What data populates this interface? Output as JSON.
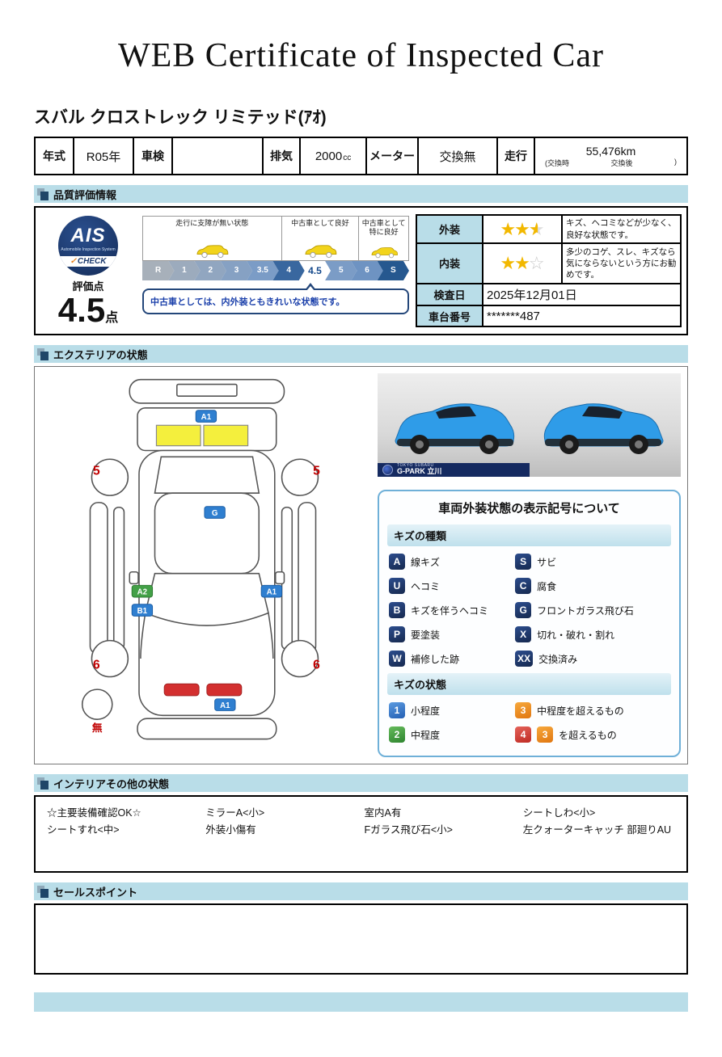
{
  "page": {
    "title": "WEB Certificate of Inspected Car",
    "vehicle_name": "スバル クロストレック リミテッド(ｱｵ)"
  },
  "info_table": {
    "year_label": "年式",
    "year_value": "R05年",
    "inspection_label": "車検",
    "inspection_value": "",
    "displacement_label": "排気",
    "displacement_value": "2000",
    "displacement_unit": "cc",
    "meter_label": "メーター",
    "meter_value": "交換無",
    "mileage_label": "走行",
    "mileage_value": "55,476km",
    "mileage_note_open": "(交換時",
    "mileage_note_mid": "交換後",
    "mileage_note_close": ")"
  },
  "section_headers": {
    "quality": "品質評価情報",
    "exterior": "エクステリアの状態",
    "interior": "インテリアその他の状態",
    "sales": "セールスポイント"
  },
  "quality": {
    "ais_logo": {
      "brand": "AIS",
      "sub": "Automobile Inspection System",
      "checkmark": "✓",
      "check": "CHECK"
    },
    "score_label": "評価点",
    "score_value": "4.5",
    "score_unit": "点",
    "scale_captions": [
      "走行に支障が無い状態",
      "中古車として良好",
      "中古車として特に良好"
    ],
    "scale_labels": [
      "R",
      "1",
      "2",
      "3",
      "3.5",
      "4",
      "4.5",
      "5",
      "6",
      "S"
    ],
    "selected_grade": "4.5",
    "comment": "中古車としては、内外装ともきれいな状態です。",
    "exterior_row": {
      "label": "外装",
      "stars_full": "★★",
      "star_half": "★",
      "stars_empty": "",
      "text": "キズ、ヘコミなどが少なく、良好な状態です。"
    },
    "interior_row": {
      "label": "内装",
      "stars_full": "★★",
      "star_half": "",
      "stars_empty": "☆",
      "text": "多少のコゲ、スレ、キズなら気にならないという方にお勧めです。"
    },
    "inspection_date_row": {
      "label": "検査日",
      "value": "2025年12月01日"
    },
    "chassis_row": {
      "label": "車台番号",
      "value": "*******487"
    }
  },
  "exterior": {
    "diagram": {
      "marker_rear": "A1",
      "marker_roof": "G",
      "marker_left_1": "A2",
      "marker_left_2": "B1",
      "marker_right": "A1",
      "marker_front": "A1",
      "tread_tl": "5",
      "tread_tr": "5",
      "tread_bl": "6",
      "tread_br": "6",
      "spare": "無"
    },
    "photo_bar": {
      "brand_small": "TOKYO SUBARU",
      "brand_large": "G-PARK 立川"
    },
    "legend": {
      "title": "車両外装状態の表示記号について",
      "types_header": "キズの種類",
      "types": [
        {
          "code": "A",
          "label": "線キズ"
        },
        {
          "code": "S",
          "label": "サビ"
        },
        {
          "code": "U",
          "label": "ヘコミ"
        },
        {
          "code": "C",
          "label": "腐食"
        },
        {
          "code": "B",
          "label": "キズを伴うヘコミ"
        },
        {
          "code": "G",
          "label": "フロントガラス飛び石"
        },
        {
          "code": "P",
          "label": "要塗装"
        },
        {
          "code": "X",
          "label": "切れ・破れ・割れ"
        },
        {
          "code": "W",
          "label": "補修した跡"
        },
        {
          "code": "XX",
          "label": "交換済み"
        }
      ],
      "states_header": "キズの状態",
      "states": [
        {
          "code": "1",
          "label": "小程度"
        },
        {
          "code": "3",
          "label": "中程度を超えるもの"
        },
        {
          "code": "2",
          "label": "中程度"
        },
        {
          "code": "4",
          "extra": "3",
          "label": "を超えるもの"
        }
      ]
    }
  },
  "interior_notes": {
    "columns": [
      [
        "☆主要装備確認OK☆",
        "シートすれ<中>"
      ],
      [
        "ミラーA<小>",
        "外装小傷有"
      ],
      [
        "室内A有",
        "Fガラス飛び石<小>"
      ],
      [
        "シートしわ<小>",
        "左クォーターキャッチ 部廻りAU"
      ]
    ]
  },
  "colors": {
    "section_header_bg": "#b9dde8",
    "accent_navy": "#1f4668",
    "star_gold": "#f2b800",
    "highlight_yellow": "#f4ef3d",
    "damage_red": "#d32f2f",
    "tread_red": "#c00000",
    "state_1_blue": "#2560b4",
    "state_2_green": "#2e8530",
    "state_3_orange": "#e07610",
    "state_4_red": "#bf2b24",
    "type_icon_navy": "#16294f"
  }
}
